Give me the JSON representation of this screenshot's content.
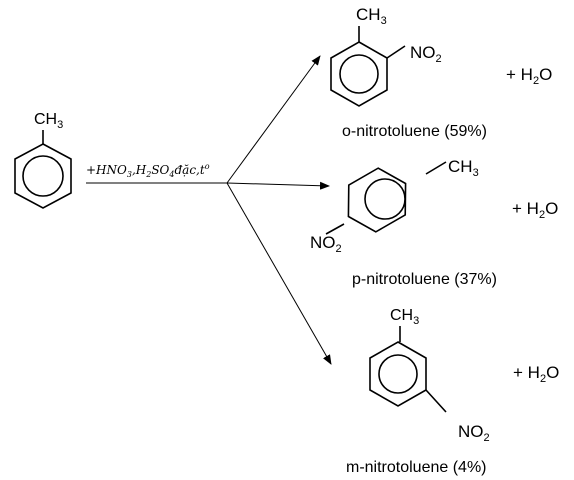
{
  "reactant": {
    "substituent": "CH",
    "substituent_sub": "3"
  },
  "conditions": {
    "prefix": "+HNO",
    "s1": "3",
    "mid1": ",H",
    "s2": "2",
    "mid2": "SO",
    "s3": "4",
    "mid3": "đặc,t",
    "sup": "o"
  },
  "products": [
    {
      "methyl": "CH",
      "methyl_sub": "3",
      "nitro": "NO",
      "nitro_sub": "2",
      "water": "+ H",
      "water_sub": "2",
      "water_end": "O",
      "name": "o-nitrotoluene (59%)"
    },
    {
      "methyl": "CH",
      "methyl_sub": "3",
      "nitro": "NO",
      "nitro_sub": "2",
      "water": "+ H",
      "water_sub": "2",
      "water_end": "O",
      "name": "p-nitrotoluene (37%)"
    },
    {
      "methyl": "CH",
      "methyl_sub": "3",
      "nitro": "NO",
      "nitro_sub": "2",
      "water": "+ H",
      "water_sub": "2",
      "water_end": "O",
      "name": "m-nitrotoluene (4%)"
    }
  ]
}
